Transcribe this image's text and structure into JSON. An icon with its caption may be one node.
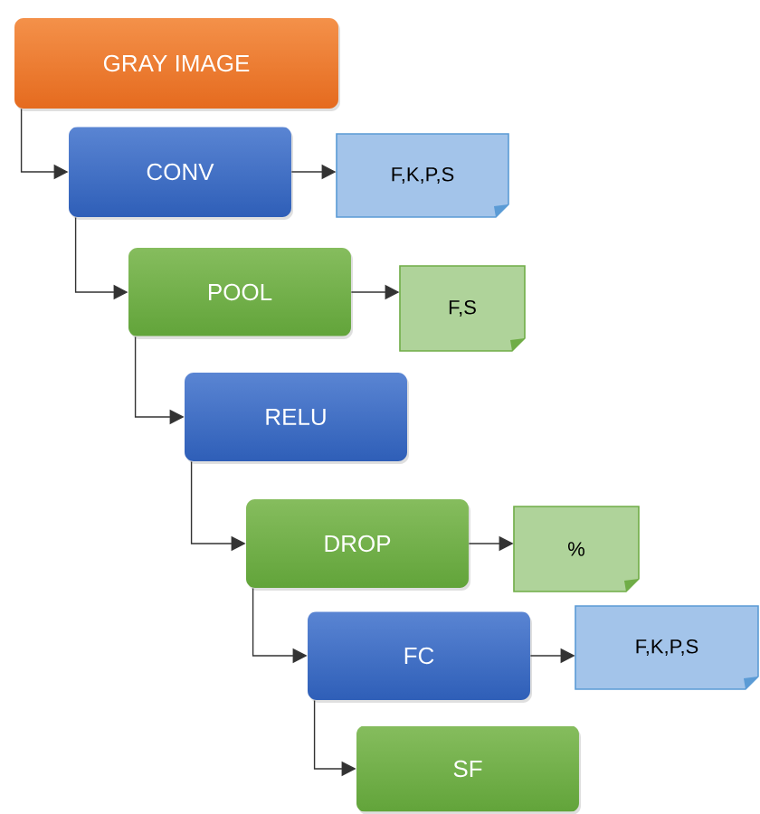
{
  "diagram": {
    "nodes": [
      {
        "text": [
          "GRAY IMAGE"
        ]
      },
      {
        "text": [
          "CONV"
        ]
      },
      {
        "text": [
          "F,K,P,S"
        ]
      },
      {
        "text": [
          "POOL"
        ]
      },
      {
        "text": [
          "F,S"
        ]
      },
      {
        "text": [
          "RELU"
        ]
      },
      {
        "text": [
          "DROP"
        ]
      },
      {
        "text": [
          "%"
        ]
      },
      {
        "text": [
          "FC"
        ]
      },
      {
        "text": [
          "F,K,P,S"
        ]
      },
      {
        "text": [
          "SF"
        ]
      }
    ],
    "edges": [
      {
        "from": 0,
        "to": 1,
        "arrow": "to"
      },
      {
        "from": 1,
        "to": 2,
        "arrow": "to"
      },
      {
        "from": 1,
        "to": 3,
        "arrow": "to"
      },
      {
        "from": 3,
        "to": 4,
        "arrow": "to"
      },
      {
        "from": 3,
        "to": 5,
        "arrow": "to"
      },
      {
        "from": 5,
        "to": 6,
        "arrow": "to"
      },
      {
        "from": 6,
        "to": 7,
        "arrow": "to"
      },
      {
        "from": 6,
        "to": 8,
        "arrow": "to"
      },
      {
        "from": 8,
        "to": 9,
        "arrow": "to"
      },
      {
        "from": 8,
        "to": 10,
        "arrow": "to"
      }
    ]
  }
}
